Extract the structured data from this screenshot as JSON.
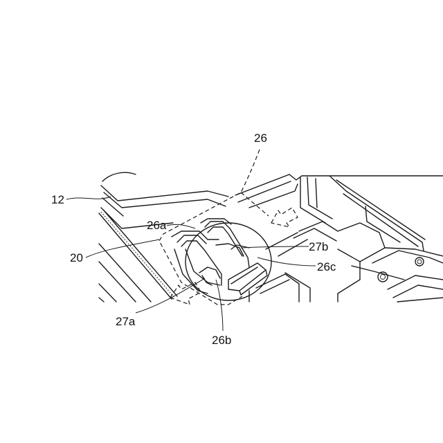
{
  "labels": {
    "l26": "26",
    "l12": "12",
    "l26a": "26a",
    "l20": "20",
    "l27b": "27b",
    "l26c": "26c",
    "l27a": "27a",
    "l26b": "26b"
  }
}
